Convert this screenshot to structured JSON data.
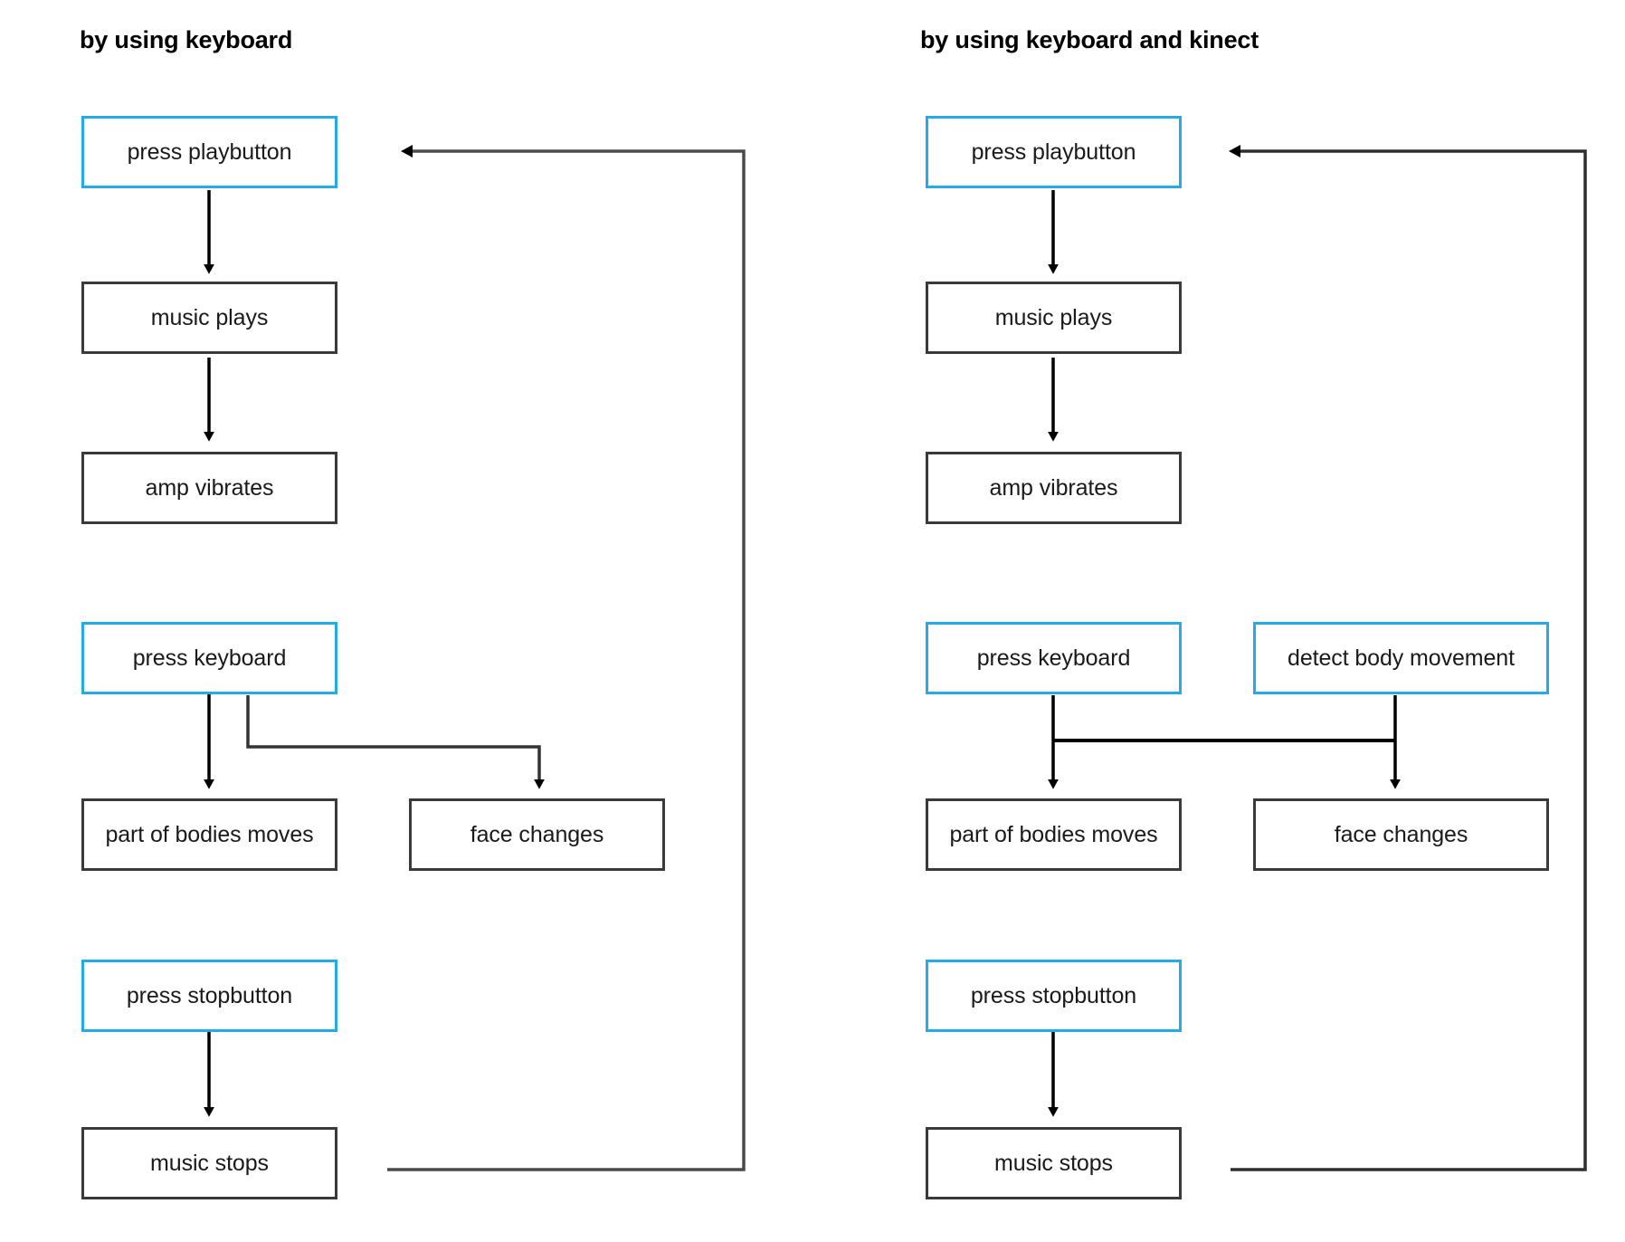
{
  "diagram": {
    "type": "flowchart",
    "title": "",
    "accent_color": "#22ABE5",
    "plain_color": "#3A3A3A",
    "background": "#FFFFFF",
    "columns": [
      {
        "id": "keyboard",
        "title": "by using keyboard",
        "nodes": [
          {
            "id": "l-play",
            "label": "press playbutton",
            "style": "accent"
          },
          {
            "id": "l-plays",
            "label": "music plays",
            "style": "plain"
          },
          {
            "id": "l-amp",
            "label": "amp vibrates",
            "style": "plain"
          },
          {
            "id": "l-key",
            "label": "press keyboard",
            "style": "accent"
          },
          {
            "id": "l-body",
            "label": "part of bodies moves",
            "style": "plain"
          },
          {
            "id": "l-face",
            "label": "face changes",
            "style": "plain"
          },
          {
            "id": "l-stop",
            "label": "press stopbutton",
            "style": "accent"
          },
          {
            "id": "l-stops",
            "label": "music stops",
            "style": "plain"
          }
        ],
        "edges": [
          {
            "from": "l-play",
            "to": "l-plays",
            "kind": "arrow-down"
          },
          {
            "from": "l-plays",
            "to": "l-amp",
            "kind": "arrow-down"
          },
          {
            "from": "l-key",
            "to": "l-body",
            "kind": "arrow-down"
          },
          {
            "from": "l-key",
            "to": "l-face",
            "kind": "elbow-right-down"
          },
          {
            "from": "l-stop",
            "to": "l-stops",
            "kind": "arrow-down"
          },
          {
            "from": "l-stops",
            "to": "l-play",
            "kind": "feedback-loop"
          }
        ]
      },
      {
        "id": "keyboard-kinect",
        "title": "by using keyboard and kinect",
        "nodes": [
          {
            "id": "r-play",
            "label": "press playbutton",
            "style": "accent"
          },
          {
            "id": "r-plays",
            "label": "music plays",
            "style": "plain"
          },
          {
            "id": "r-amp",
            "label": "amp vibrates",
            "style": "plain"
          },
          {
            "id": "r-key",
            "label": "press keyboard",
            "style": "accent"
          },
          {
            "id": "r-detect",
            "label": "detect body movement",
            "style": "accent"
          },
          {
            "id": "r-body",
            "label": "part of bodies moves",
            "style": "plain"
          },
          {
            "id": "r-face",
            "label": "face changes",
            "style": "plain"
          },
          {
            "id": "r-stop",
            "label": "press stopbutton",
            "style": "accent"
          },
          {
            "id": "r-stops",
            "label": "music stops",
            "style": "plain"
          }
        ],
        "edges": [
          {
            "from": "r-play",
            "to": "r-plays",
            "kind": "arrow-down"
          },
          {
            "from": "r-plays",
            "to": "r-amp",
            "kind": "arrow-down"
          },
          {
            "from": "r-key",
            "to": "r-body",
            "kind": "arrow-down-bus"
          },
          {
            "from": "r-detect",
            "to": "r-face",
            "kind": "arrow-down-bus"
          },
          {
            "from": "r-key",
            "to": "r-face",
            "kind": "bus-cross"
          },
          {
            "from": "r-detect",
            "to": "r-body",
            "kind": "bus-cross"
          },
          {
            "from": "r-stop",
            "to": "r-stops",
            "kind": "arrow-down"
          },
          {
            "from": "r-stops",
            "to": "r-play",
            "kind": "feedback-loop"
          }
        ]
      }
    ]
  }
}
